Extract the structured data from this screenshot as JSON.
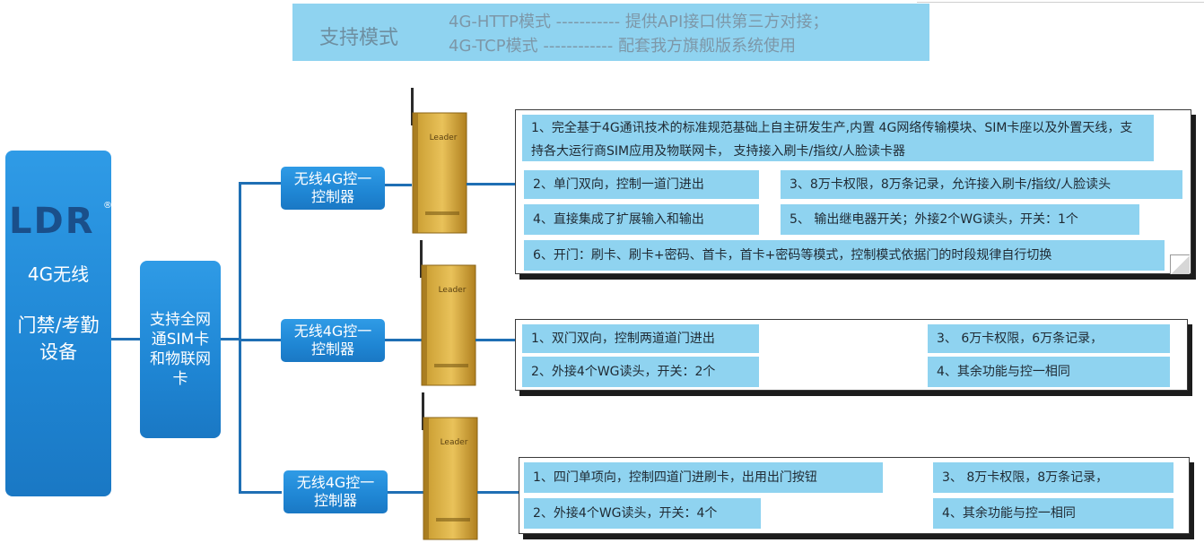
{
  "mode": {
    "title": "支持模式",
    "line1": "4G-HTTP模式 ----------- 提供API接口供第三方对接；",
    "line2": "4G-TCP模式 ------------ 配套我方旗舰版系统使用"
  },
  "left_panel": {
    "logo": "LDR",
    "registered_mark": "®",
    "title": "4G无线",
    "subtitle_line1": "门禁/考勤",
    "subtitle_line2": "设备"
  },
  "sim_box": {
    "text": "支持全网通SIM卡和物联网卡"
  },
  "controllers": [
    {
      "label": "无线4G控一控制器",
      "device_text": "Leader",
      "features": [
        "1、完全基于4G通讯技术的标准规范基础上自主研发生产,内置 4G网络传输模块、SIM卡座以及外置天线，支持各大运行商SIM应用及物联网卡， 支持接入刷卡/指纹/人脸读卡器",
        "2、单门双向，控制一道门进出",
        "3、8万卡权限，8万条记录，允许接入刷卡/指纹/人脸读头",
        "4、直接集成了扩展输入和输出",
        "5、 输出继电器开关；外接2个WG读头，开关：1个",
        "6、开门：刷卡、刷卡+密码、首卡，首卡+密码等模式，控制模式依据门的时段规律自行切换"
      ]
    },
    {
      "label": "无线4G控一控制器",
      "device_text": "Leader",
      "features": [
        "1、双门双向，控制两道道门进出",
        "3、 6万卡权限，6万条记录，",
        "2、外接4个WG读头，开关：2个",
        "4、其余功能与控一相同"
      ]
    },
    {
      "label": "无线4G控一控制器",
      "device_text": "Leader",
      "features": [
        "1、四门单项向，控制四道门进刷卡，出用出门按钮",
        "3、 8万卡权限，8万条记录，",
        "2、外接4个WG读头，开关：4个",
        "4、其余功能与控一相同"
      ]
    }
  ]
}
